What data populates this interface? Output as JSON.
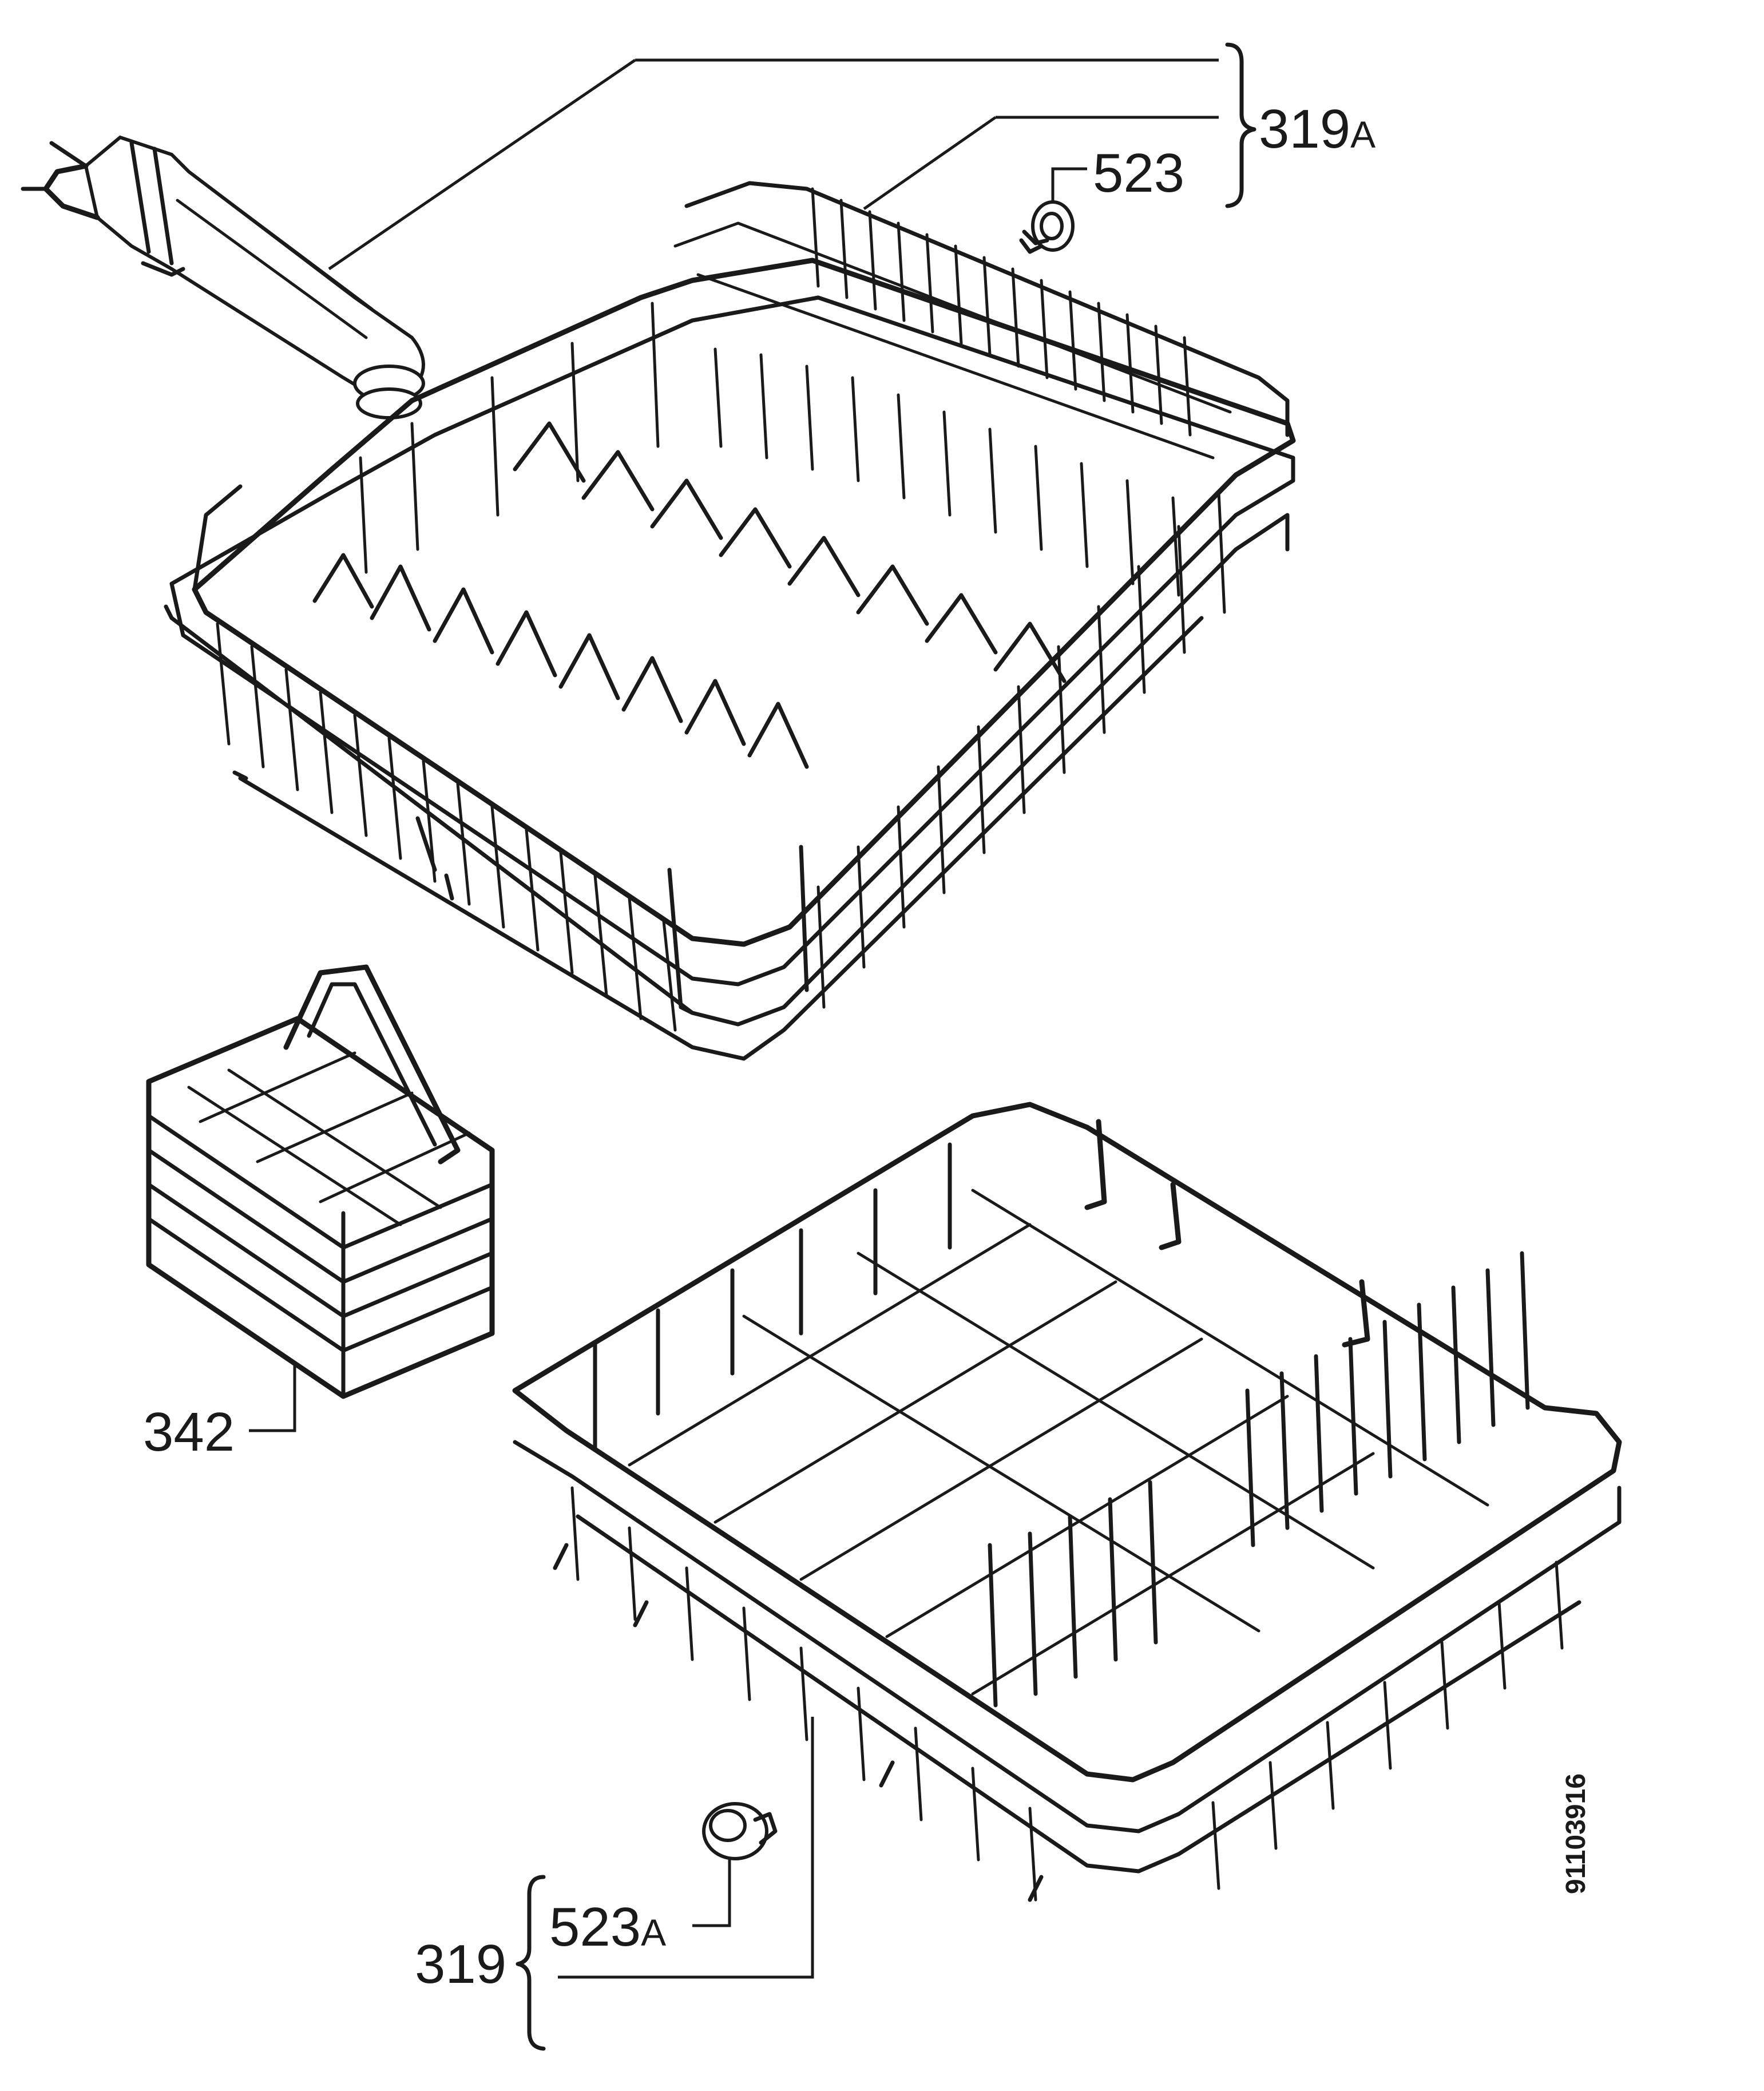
{
  "callouts": {
    "upper_basket_assembly": {
      "number": "319",
      "suffix": "A"
    },
    "upper_wheel": {
      "number": "523",
      "suffix": ""
    },
    "cutlery_basket": {
      "number": "342",
      "suffix": ""
    },
    "lower_basket_assembly": {
      "number": "319",
      "suffix": ""
    },
    "lower_wheel": {
      "number": "523",
      "suffix": "A"
    }
  },
  "document_id": "91103916",
  "colors": {
    "ink": "#1a1a1a",
    "background": "#ffffff"
  }
}
